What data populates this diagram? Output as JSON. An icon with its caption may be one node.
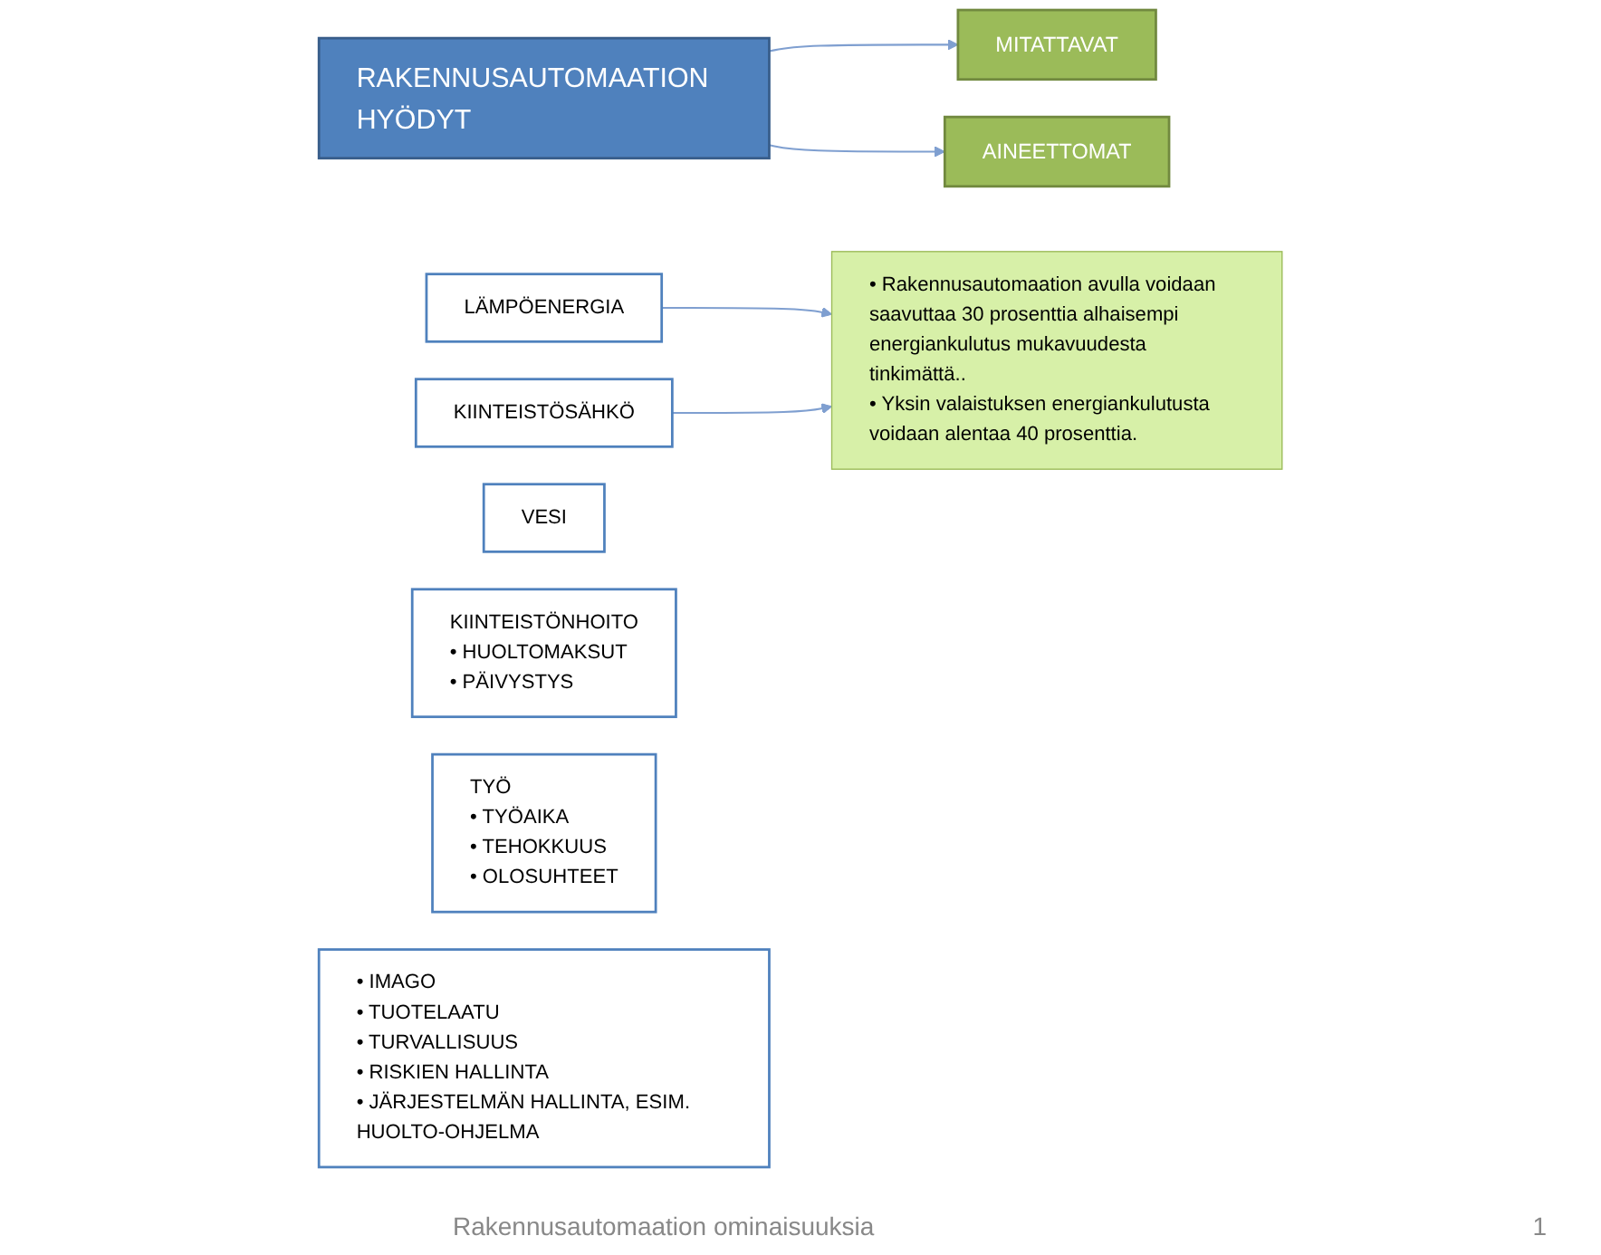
{
  "diagram": {
    "nodes": [
      {
        "text": [
          "RAKENNUSAUTOMAATION HYÖDYT"
        ]
      },
      {
        "text": [
          "MITATTAVAT"
        ]
      },
      {
        "text": [
          "AINEETTOMAT"
        ]
      },
      {
        "text": [
          "LÄMPÖENERGIA"
        ]
      },
      {
        "text": [
          "KIINTEISTÖSÄHKÖ"
        ]
      },
      {
        "text": [
          "VESI"
        ]
      },
      {
        "text": [
          "KIINTEISTÖNHOITO",
          "• HUOLTOMAKSUT",
          "• PÄIVYSTYS"
        ]
      },
      {
        "text": [
          "TYÖ",
          "• TYÖAIKA",
          "• TEHOKKUUS",
          "• OLOSUHTEET"
        ]
      },
      {
        "text": [
          "• IMAGO",
          "• TUOTELAATU",
          "• TURVALLISUUS",
          "• RISKIEN HALLINTA",
          "• JÄRJESTELMÄN HALLINTA, ESIM. HUOLTO-OHJELMA"
        ]
      },
      {
        "text": [
          "• Rakennusautomaation avulla voidaan saavuttaa 30 prosenttia alhaisempi energiankulutus mukavuudesta tinkimättä..",
          "• Yksin valaistuksen energiankulutusta voidaan alentaa 40 prosenttia."
        ]
      }
    ],
    "edges": [
      {
        "from": 0,
        "to": 1,
        "arrow": "to"
      },
      {
        "from": 0,
        "to": 2,
        "arrow": "to"
      },
      {
        "from": 3,
        "to": 9,
        "arrow": "to"
      },
      {
        "from": 4,
        "to": 9,
        "arrow": "to"
      }
    ],
    "labels": [
      "Rakennusautomaation ominaisuuksia",
      "1"
    ]
  }
}
